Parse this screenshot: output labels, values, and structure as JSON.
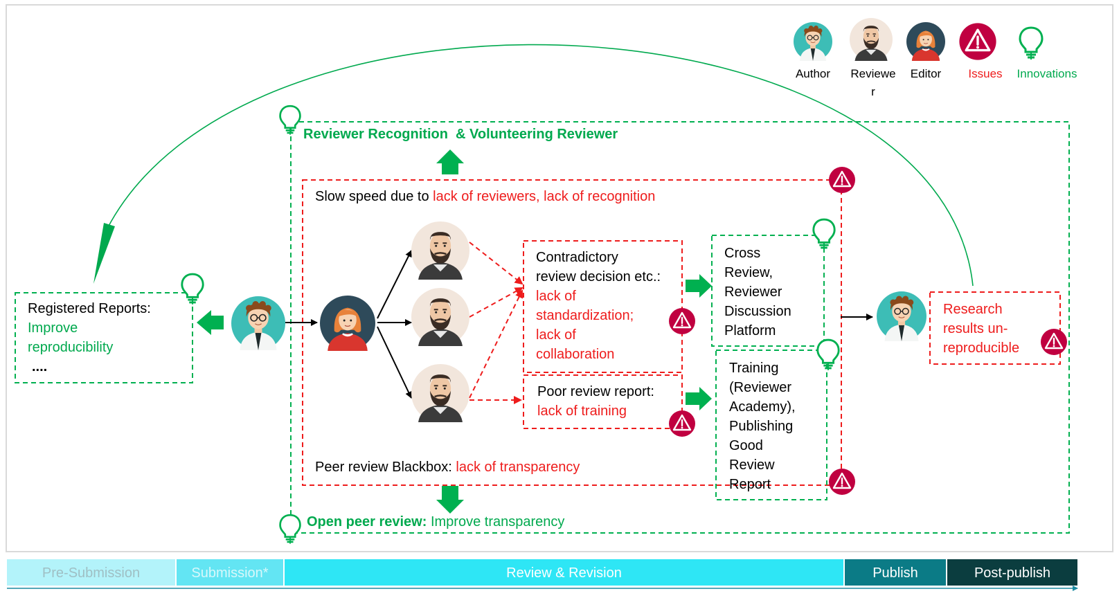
{
  "legend": {
    "author": "Author",
    "reviewer": "Reviewer",
    "editor": "Editor",
    "issues": "Issues",
    "innovations": "Innovations"
  },
  "innovation_top": {
    "title": "Reviewer Recognition  & Volunteering Reviewer"
  },
  "innovation_bottom": {
    "title": "Open peer review:",
    "desc": "Improve transparency"
  },
  "issue_speed": {
    "prefix": "Slow speed due to ",
    "issue": "lack of reviewers, lack of recognition"
  },
  "issue_blackbox": {
    "prefix": "Peer review Blackbox: ",
    "issue": "lack of transparency"
  },
  "registered_reports": {
    "title": "Registered Reports:",
    "line1": "Improve",
    "line2": "reproducibility",
    "more": "...."
  },
  "contradictory": {
    "l1": "Contradictory",
    "l2": "review decision etc.:",
    "r1": "lack of",
    "r2": "standardization;",
    "r3": "lack of",
    "r4": "collaboration"
  },
  "poor_report": {
    "l1": "Poor review report:",
    "r1": "lack of training"
  },
  "cross_review": {
    "l1": "Cross",
    "l2": "Review,",
    "l3": "Reviewer",
    "l4": "Discussion",
    "l5": "Platform"
  },
  "training": {
    "l1": "Training",
    "l2": "(Reviewer",
    "l3": "Academy),",
    "l4": "Publishing",
    "l5": "Good",
    "l6": "Review",
    "l7": "Report"
  },
  "research": {
    "l1": "Research",
    "l2": "results un-",
    "l3": "reproducible"
  },
  "stages": [
    {
      "label": "Pre-Submission",
      "bg": "#b3f3fa",
      "fg": "#9fbfc4"
    },
    {
      "label": "Submission*",
      "bg": "#63e5f3",
      "fg": "#d8f8fb"
    },
    {
      "label": "Review & Revision",
      "bg": "#2ee6f5",
      "fg": "#ffffff"
    },
    {
      "label": "Publish",
      "bg": "#0b7b86",
      "fg": "#ffffff"
    },
    {
      "label": "Post-publish",
      "bg": "#0b3d3f",
      "fg": "#ffffff"
    }
  ],
  "colors": {
    "innovation": "#00b050",
    "issue": "#ee1c1c",
    "issue_icon": "#c00040",
    "author_bg": "#3dbdb6",
    "editor_bg": "#2e4a5a",
    "reviewer_bg": "#f2e6dc"
  }
}
